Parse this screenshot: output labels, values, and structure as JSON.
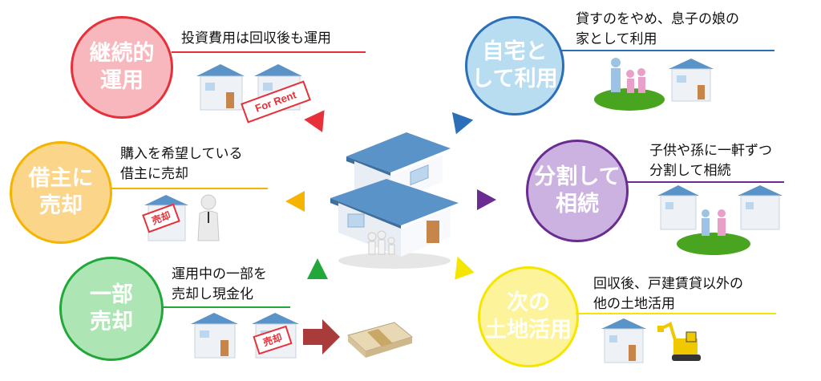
{
  "center": {
    "label": ""
  },
  "nodes": {
    "continue": {
      "title": "継続的\n運用",
      "desc": "投資費用は回収後も運用",
      "tag": "For Rent"
    },
    "sell_tenant": {
      "title": "借主に\n売却",
      "desc": "購入を希望している\n借主に売却",
      "tag": "売却"
    },
    "partial_sale": {
      "title": "一部\n売却",
      "desc": "運用中の一部を\n売却し現金化",
      "tag": "売却"
    },
    "own_use": {
      "title": "自宅と\nして利用",
      "desc": "貸すのをやめ、息子の娘の\n家として利用"
    },
    "split_inherit": {
      "title": "分割して\n相続",
      "desc": "子供や孫に一軒ずつ\n分割して相続"
    },
    "next_land": {
      "title": "次の\n土地活用",
      "desc": "回収後、戸建賃貸以外の\n他の土地活用"
    }
  },
  "colors": {
    "red": "#e8303a",
    "orange": "#f5b400",
    "green": "#22a83a",
    "blue": "#2b6fb8",
    "purple": "#6a2c91",
    "yellow": "#f5e600",
    "roof": "#5a93c8",
    "wall": "#f2f5f9",
    "grass": "#49a51f"
  }
}
